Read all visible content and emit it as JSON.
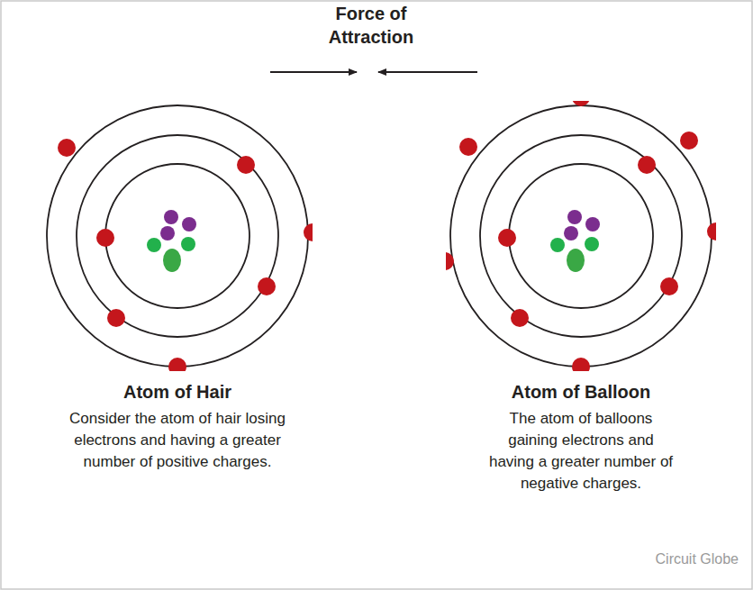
{
  "diagram": {
    "title": "Force of Attraction",
    "nodes": [
      {
        "text": [
          "Atom of Hair",
          "Consider the atom of hair losing electrons and having a greater number of positive charges."
        ]
      },
      {
        "text": [
          "Atom of Balloon",
          "The atom of balloons gaining electrons and having a greater number of negative charges."
        ]
      }
    ],
    "labels": [
      "Circuit Globe"
    ]
  }
}
